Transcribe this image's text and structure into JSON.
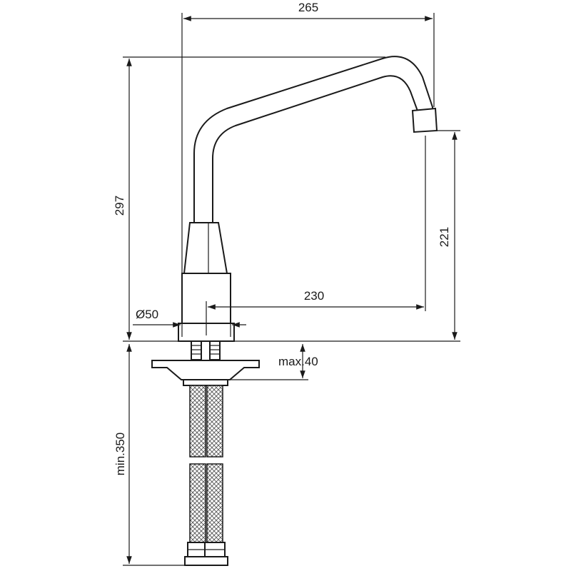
{
  "dimensions": {
    "overall_width": "265",
    "overall_height": "297",
    "spout_height": "221",
    "spout_reach": "230",
    "body_diameter": "Ø50",
    "max_deck_thickness": "max.40",
    "min_hose_length": "min.350"
  }
}
